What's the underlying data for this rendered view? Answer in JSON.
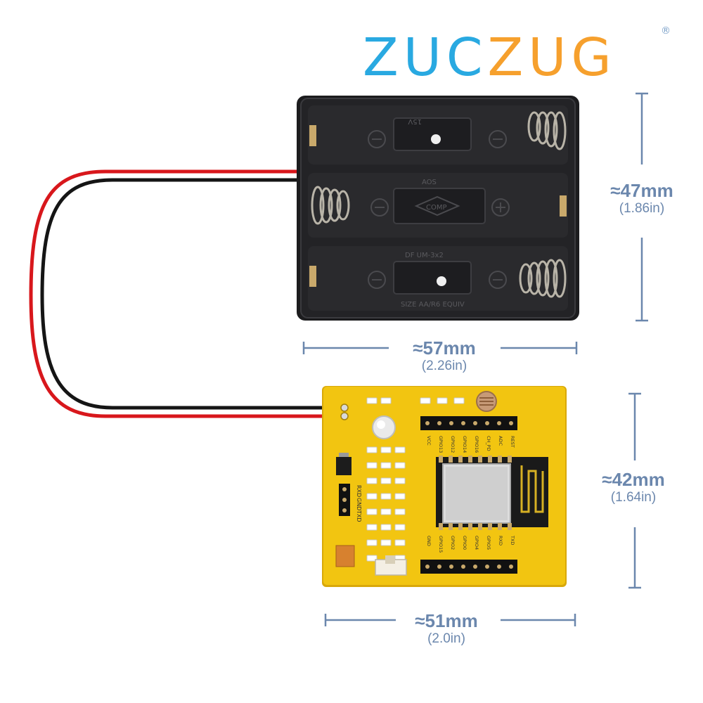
{
  "brand": {
    "logo_part1": "ZUC",
    "logo_part2": "ZUG",
    "registered_mark": "®",
    "color_part1": "#29a9e1",
    "color_part2": "#f6a02d"
  },
  "dimensions": {
    "holder_height": {
      "value": "≈47mm",
      "inches": "(1.86in)"
    },
    "holder_width": {
      "value": "≈57mm",
      "inches": "(2.26in)"
    },
    "board_height": {
      "value": "≈42mm",
      "inches": "(1.64in)"
    },
    "board_width": {
      "value": "≈51mm",
      "inches": "(2.0in)"
    },
    "color": "#6b87ad"
  },
  "battery_holder": {
    "color": "#1c1c1e",
    "molded_text": [
      "15V",
      "AOS",
      "COMP",
      "DF UM-3x2",
      "SIZE AA/R6 EQUIV"
    ]
  },
  "board": {
    "color": "#f2c511",
    "pin_labels_top": [
      "VCC",
      "GPIO13",
      "GPIO12",
      "GPIO14",
      "GPIO16",
      "CH_PD",
      "ADC",
      "REST"
    ],
    "pin_labels_bottom": [
      "GND",
      "GPIO15",
      "GPIO2",
      "GPIO0",
      "GPIO4",
      "GPIO5",
      "RXD",
      "TXD"
    ],
    "uart_labels": [
      "RXD",
      "GND",
      "TXD"
    ]
  },
  "wires": {
    "red": "#d8171c",
    "black": "#151515"
  }
}
